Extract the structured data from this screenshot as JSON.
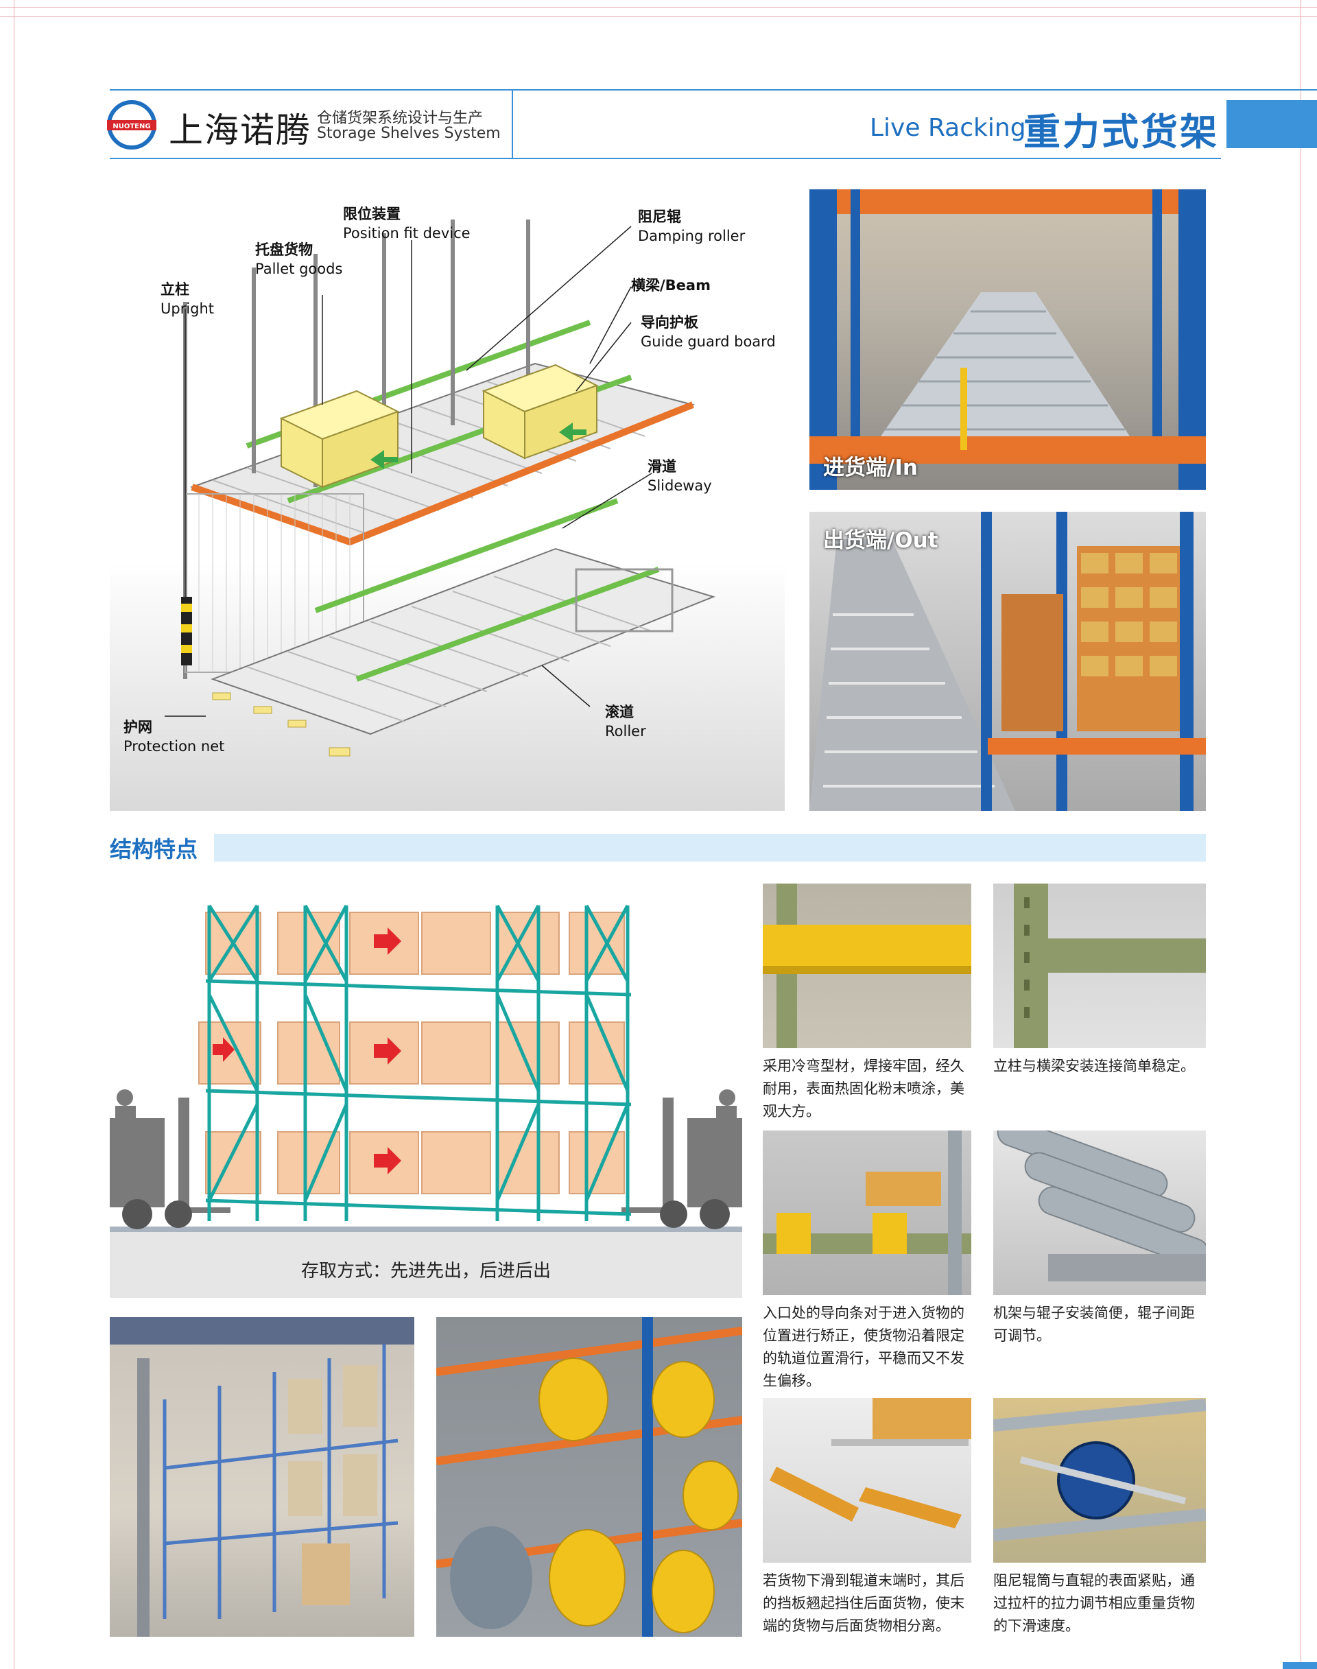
{
  "header": {
    "logo_text": "NUOTENG",
    "brand_cn": "上海诺腾",
    "tagline_cn": "仓储货架系统设计与生产",
    "tagline_en": "Storage Shelves System",
    "title_en": "Live Racking",
    "title_cn": "重力式货架"
  },
  "diagram_labels": [
    {
      "cn": "限位装置",
      "en": "Position fit device"
    },
    {
      "cn": "托盘货物",
      "en": "Pallet goods"
    },
    {
      "cn": "立柱",
      "en": "Upright"
    },
    {
      "cn": "阻尼辊",
      "en": "Damping roller"
    },
    {
      "cn": "横梁/Beam",
      "en": ""
    },
    {
      "cn": "导向护板",
      "en": "Guide guard board"
    },
    {
      "cn": "滑道",
      "en": "Slideway"
    },
    {
      "cn": "滚道",
      "en": "Roller"
    },
    {
      "cn": "护网",
      "en": "Protection net"
    }
  ],
  "photos": {
    "in_caption": "进货端/In",
    "out_caption": "出货端/Out"
  },
  "section": {
    "title": "结构特点",
    "access_method": "存取方式：先进先出，后进后出"
  },
  "features": [
    {
      "caption": "采用冷弯型材，焊接牢固，经久耐用，表面热固化粉末喷涂，美观大方。"
    },
    {
      "caption": "立柱与横梁安装连接简单稳定。"
    },
    {
      "caption": "入口处的导向条对于进入货物的位置进行矫正，使货物沿着限定的轨道位置滑行，平稳而又不发生偏移。"
    },
    {
      "caption": "机架与辊子安装简便，辊子间距可调节。"
    },
    {
      "caption": "若货物下滑到辊道末端时，其后的挡板翘起挡住后面货物，使末端的货物与后面货物相分离。"
    },
    {
      "caption": "阻尼辊筒与直辊的表面紧贴，通过拉杆的拉力调节相应重量货物的下滑速度。"
    }
  ],
  "colors": {
    "brand_blue": "#1e6fc0",
    "accent_orange": "#e8732a",
    "rack_blue": "#1f5fb0",
    "rack_teal": "#1aa6a0",
    "box_peach": "#f6cba6"
  }
}
